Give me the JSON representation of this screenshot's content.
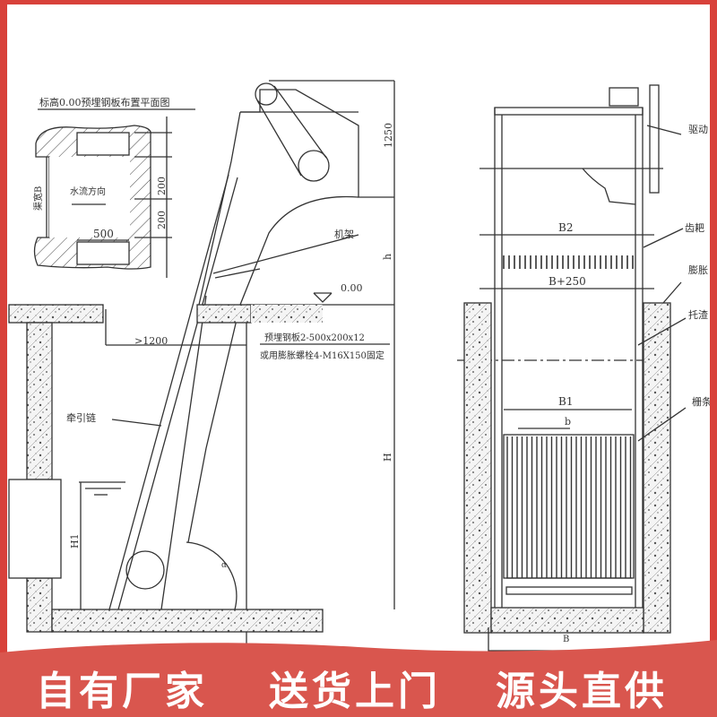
{
  "drawing": {
    "plan_title": "标高0.00预埋钢板布置平面图",
    "channel_width_label": "渠宽B",
    "flow_direction_label": "水流方向",
    "dim_200_top": "200",
    "dim_200_bottom": "200",
    "dim_500": "500",
    "dim_1250": "1250",
    "dim_h": "h",
    "frame_label": "机架",
    "elevation_label": "0.00",
    "dim_1200": ">1200",
    "embedded_plate_label": "预埋钢板2-500x200x12",
    "anchor_bolt_label": "或用膨胀螺栓4-M16X150固定",
    "chain_label": "牵引链",
    "dim_H": "H",
    "dim_H1": "H1",
    "angle_label": "α",
    "dim_B2": "B2",
    "dim_B250": "B+250",
    "dim_B1": "B1",
    "dim_b": "b",
    "dim_B": "B",
    "callouts": [
      "驱动",
      "齿耙",
      "膨胀",
      "托渣",
      "栅条"
    ]
  },
  "banner": {
    "slogans": [
      "自有厂家",
      "送货上门",
      "源头直供"
    ]
  },
  "colors": {
    "frame": "#d8413a",
    "banner": "#d9564e",
    "line": "#333333"
  }
}
